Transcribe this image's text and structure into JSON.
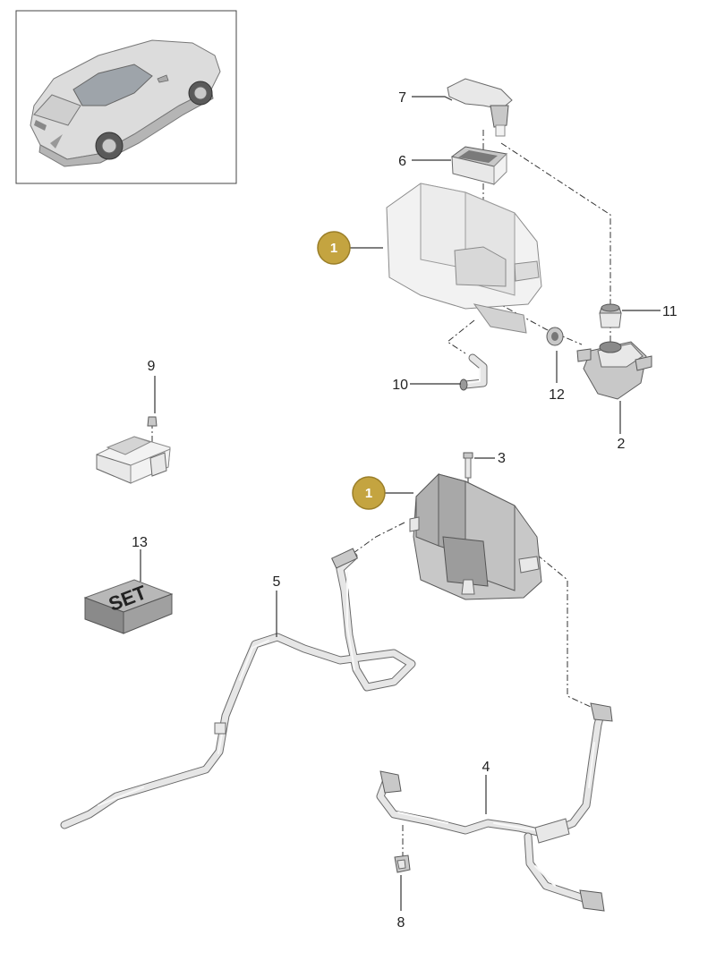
{
  "callouts": {
    "c1a": "1",
    "c1b": "1",
    "c2": "2",
    "c3": "3",
    "c4": "4",
    "c5": "5",
    "c6": "6",
    "c7": "7",
    "c8": "8",
    "c9": "9",
    "c10": "10",
    "c11": "11",
    "c12": "12",
    "c13": "13"
  },
  "set_label": "SET",
  "colors": {
    "badge_fill": "#c4a440",
    "badge_stroke": "#9a7e28",
    "line": "#333333",
    "part_fill": "#e8e8e8"
  }
}
